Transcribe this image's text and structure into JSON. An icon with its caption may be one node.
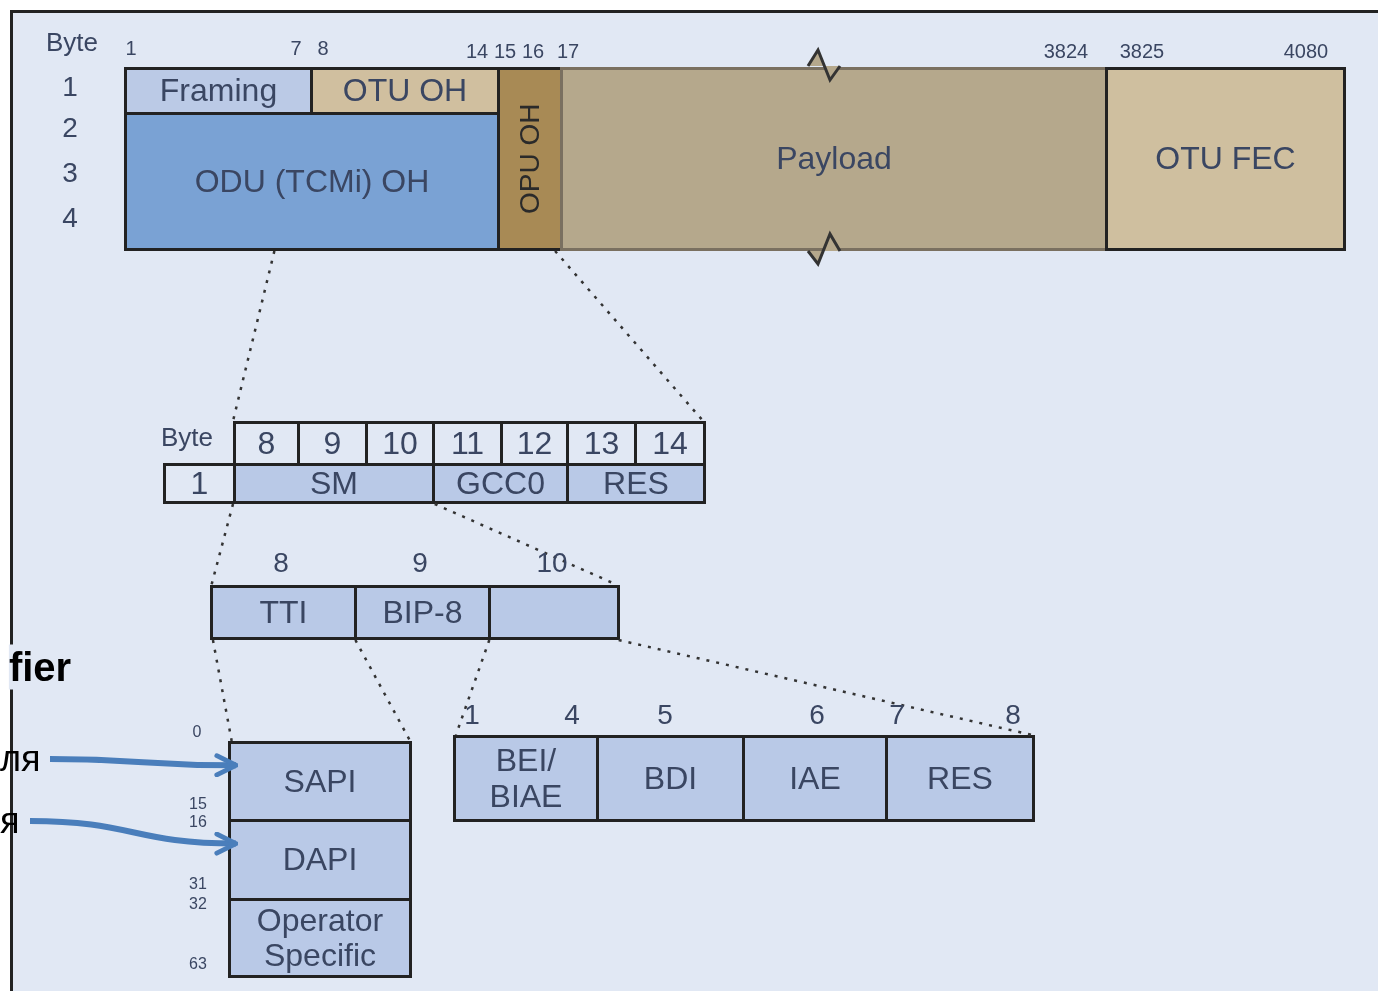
{
  "diagram": {
    "nodes": [
      {
        "text": [
          "Framing"
        ]
      },
      {
        "text": [
          "OTU OH"
        ]
      },
      {
        "text": [
          "ODU (TCMi) OH"
        ]
      },
      {
        "text": [
          "OPU OH"
        ]
      },
      {
        "text": [
          "Payload"
        ]
      },
      {
        "text": [
          "OTU FEC"
        ]
      },
      {
        "text": [
          "8"
        ]
      },
      {
        "text": [
          "9"
        ]
      },
      {
        "text": [
          "10"
        ]
      },
      {
        "text": [
          "11"
        ]
      },
      {
        "text": [
          "12"
        ]
      },
      {
        "text": [
          "13"
        ]
      },
      {
        "text": [
          "14"
        ]
      },
      {
        "text": [
          "1"
        ]
      },
      {
        "text": [
          "SM"
        ]
      },
      {
        "text": [
          "GCC0"
        ]
      },
      {
        "text": [
          "RES"
        ]
      },
      {
        "text": [
          "TTI"
        ]
      },
      {
        "text": [
          "BIP-8"
        ]
      },
      {
        "text": [],
        "shape": "box"
      },
      {
        "text": [
          "ля"
        ]
      },
      {
        "text": [
          "я"
        ]
      },
      {
        "text": [
          "SAPI"
        ]
      },
      {
        "text": [
          "DAPI"
        ]
      },
      {
        "text": [
          "Operator Specific"
        ]
      },
      {
        "text": [
          "BEI/ BIAE"
        ]
      },
      {
        "text": [
          "BDI"
        ]
      },
      {
        "text": [
          "IAE"
        ]
      },
      {
        "text": [
          "RES"
        ]
      }
    ],
    "edges": [
      {
        "from": 20,
        "to": 22,
        "arrow": "to",
        "style": "thick",
        "color": "#4a7ebb"
      },
      {
        "from": 21,
        "to": 23,
        "arrow": "to",
        "style": "thick",
        "color": "#4a7ebb"
      },
      {
        "from": 2,
        "to": 6,
        "arrow": "none",
        "style": "dashed"
      },
      {
        "from": 3,
        "to": 12,
        "arrow": "none",
        "style": "dashed"
      },
      {
        "from": 14,
        "to": 17,
        "arrow": "none",
        "style": "dashed"
      },
      {
        "from": 15,
        "to": 19,
        "arrow": "none",
        "style": "dashed"
      },
      {
        "from": 17,
        "to": 22,
        "arrow": "none",
        "style": "dashed"
      },
      {
        "from": 18,
        "to": 22,
        "arrow": "none",
        "style": "dashed"
      },
      {
        "from": 19,
        "to": 25,
        "arrow": "none",
        "style": "dashed"
      },
      {
        "from": 19,
        "to": 28,
        "arrow": "none",
        "style": "dashed"
      }
    ],
    "labels": [
      "Byte",
      "1",
      "7",
      "8",
      "14",
      "15",
      "16",
      "17",
      "3824",
      "3825",
      "4080",
      "1",
      "2",
      "3",
      "4",
      "Byte",
      "8",
      "9",
      "10",
      "fier",
      "1",
      "4",
      "5",
      "6",
      "7",
      "8",
      "0",
      "15",
      "16",
      "31",
      "32",
      "63"
    ]
  }
}
